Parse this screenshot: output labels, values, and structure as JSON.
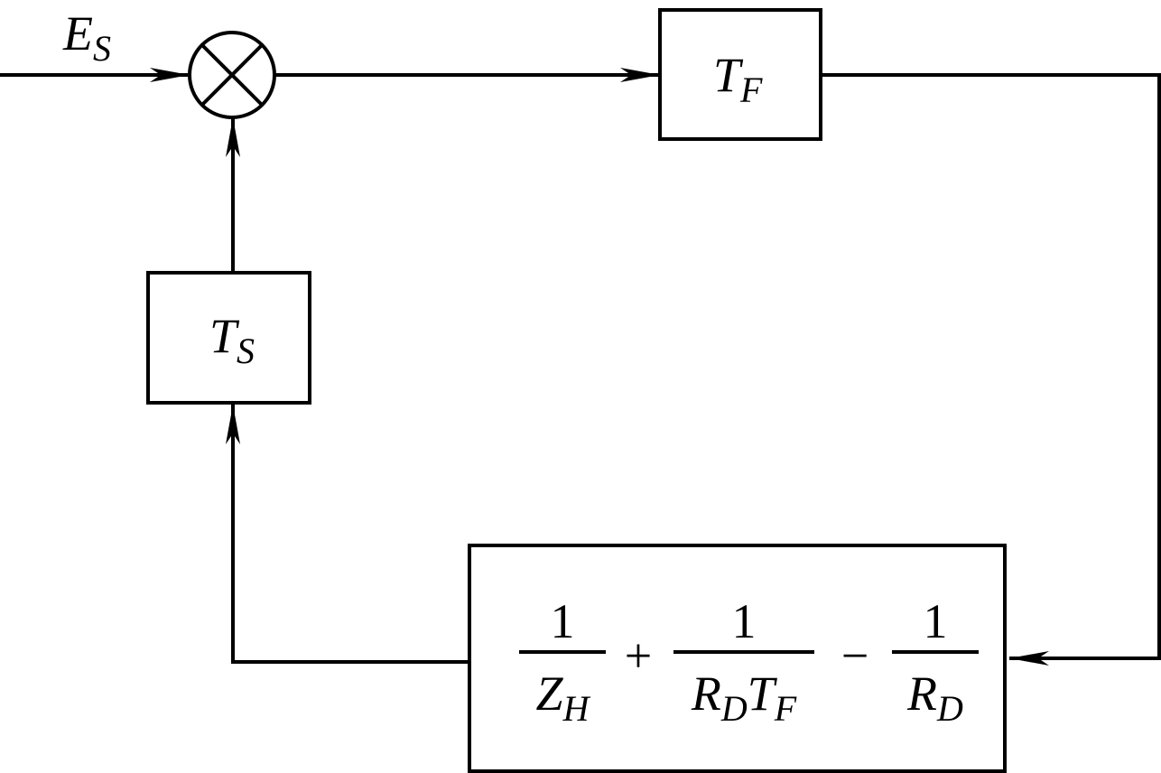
{
  "input": {
    "base": "E",
    "sub": "S"
  },
  "forward_block": {
    "base": "T",
    "sub": "F"
  },
  "feedback_block": {
    "base": "T",
    "sub": "S"
  },
  "admittance_block": {
    "term1": {
      "num": "1",
      "den_base": "Z",
      "den_sub": "H"
    },
    "op1": "+",
    "term2": {
      "num": "1",
      "den_base1": "R",
      "den_sub1": "D",
      "den_base2": "T",
      "den_sub2": "F"
    },
    "op2": "−",
    "term3": {
      "num": "1",
      "den_base": "R",
      "den_sub": "D"
    }
  }
}
